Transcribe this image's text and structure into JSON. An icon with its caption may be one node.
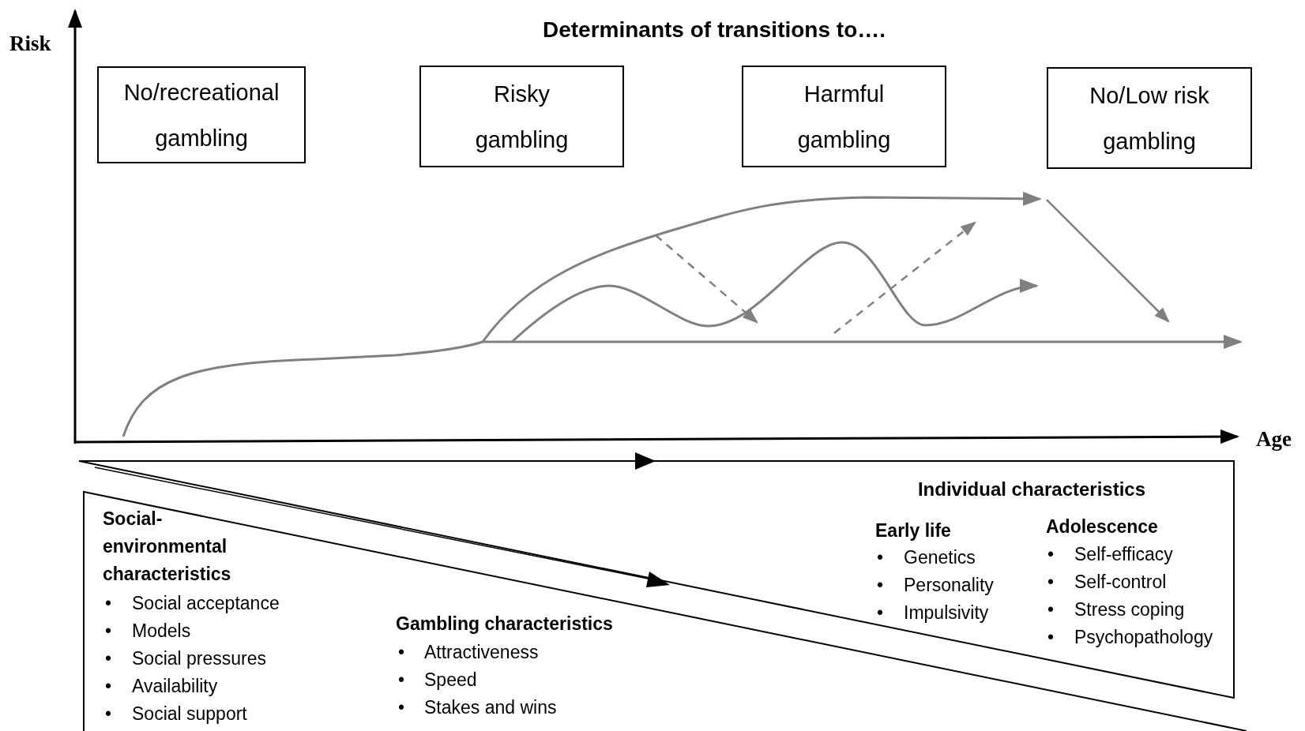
{
  "diagram": {
    "title": "Determinants of transitions to….",
    "nodes": [
      {
        "text": [
          "No/recreational gambling"
        ]
      },
      {
        "text": [
          "Risky gambling"
        ]
      },
      {
        "text": [
          "Harmful gambling"
        ]
      },
      {
        "text": [
          "No/Low risk gambling"
        ]
      },
      {
        "text": [
          "Individual characteristics",
          "Early life",
          "•",
          "Genetics",
          "•",
          "Personality",
          "•",
          "Impulsivity",
          "Adolescence",
          "•",
          "Self-efficacy",
          "•",
          "Self-control",
          "•",
          "Stress coping",
          "•",
          "Psychopathology"
        ]
      },
      {
        "text": [
          "Social-environmental characteristics",
          "•",
          "Social acceptance",
          "•",
          "Models",
          "•",
          "Social pressures",
          "•",
          "Availability",
          "•",
          "Social support",
          "Gambling characteristics",
          "•",
          "Attractiveness",
          "•",
          "Speed",
          "•",
          "Stakes and wins"
        ]
      }
    ],
    "labels": [
      "Risk",
      "Age"
    ]
  }
}
